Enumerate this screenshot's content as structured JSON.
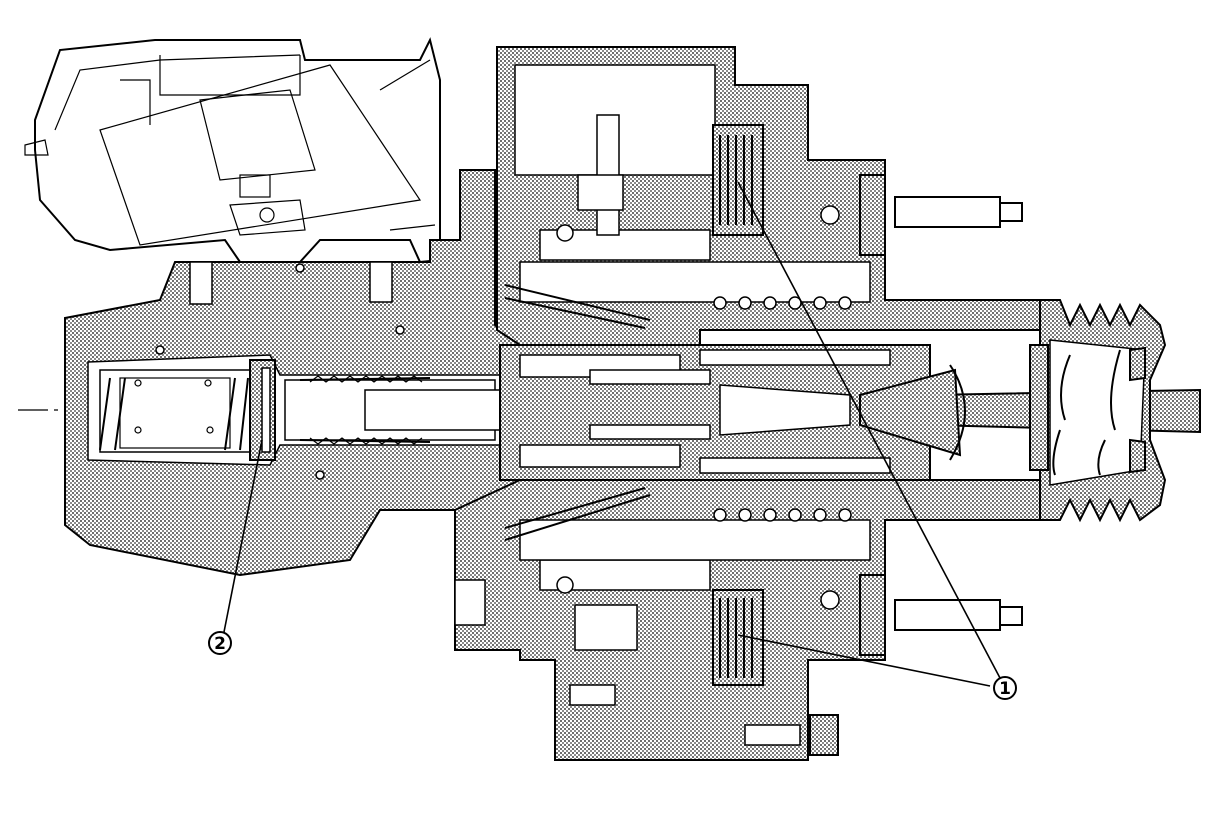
{
  "callouts": [
    {
      "id": "1",
      "label": "1"
    },
    {
      "id": "2",
      "label": "2"
    }
  ],
  "colors": {
    "line": "#000000",
    "hatch": "#7a7a7a",
    "background": "#ffffff"
  }
}
